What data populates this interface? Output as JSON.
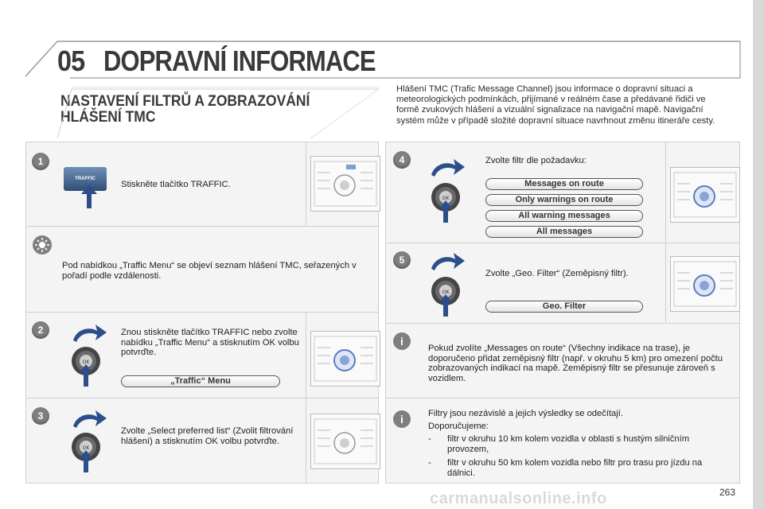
{
  "header": {
    "chapter": "05",
    "title": "DOPRAVNÍ INFORMACE"
  },
  "section": {
    "title": "NASTAVENÍ FILTRŮ A ZOBRAZOVÁNÍ HLÁŠENÍ TMC"
  },
  "intro": "Hlášení TMC (Trafic Message Channel) jsou informace o dopravní situaci a meteorologických podmínkách, přijímané v reálném čase a předávané řidiči ve formě zvukových hlášení a vizuální signalizace na navigační mapě. Navigační systém může v případě složité dopravní situace navrhnout změnu itineráře cesty.",
  "steps": [
    {
      "num": "1",
      "text": "Stiskněte tlačítko TRAFFIC.",
      "button_label": "TRAFFIC"
    },
    {
      "num": "2",
      "text": "Znou stiskněte tlačítko TRAFFIC nebo zvolte nabídku „Traffic Menu“ a stisknutím OK volbu potvrďte.",
      "pill": "„Traffic“ Menu"
    },
    {
      "num": "3",
      "text": "Zvolte „Select preferred list“ (Zvolit filtrování hlášení) a stisknutím OK volbu potvrďte."
    },
    {
      "num": "4",
      "text": "Zvolte filtr dle požadavku:",
      "pills": [
        "Messages on route",
        "Only warnings on route",
        "All warning messages",
        "All messages"
      ]
    },
    {
      "num": "5",
      "text": "Zvolte „Geo. Filter“ (Zeměpisný filtr).",
      "pill": "Geo. Filter"
    }
  ],
  "tip": "Pod nabídkou „Traffic Menu“ se objeví seznam hlášení TMC, seřazených v pořadí podle vzdálenosti.",
  "info1": "Pokud zvolíte „Messages on route“ (Všechny indikace na trase), je doporučeno přidat zeměpisný filtr (např. v okruhu 5 km) pro omezení počtu zobrazovaných indikací na mapě. Zeměpisný filtr se přesunuje zároveň s vozidlem.",
  "info2": {
    "line1": "Filtry jsou nezávislé a jejich výsledky se odečítají.",
    "line2": "Doporučujeme:",
    "bullets": [
      "filtr v okruhu 10 km kolem vozidla v oblasti s hustým silničním provozem,",
      "filtr v okruhu 50 km kolem vozidla nebo filtr pro trasu pro jízdu na dálnici."
    ]
  },
  "page_number": "263",
  "watermark": "carmanualsonline.info"
}
